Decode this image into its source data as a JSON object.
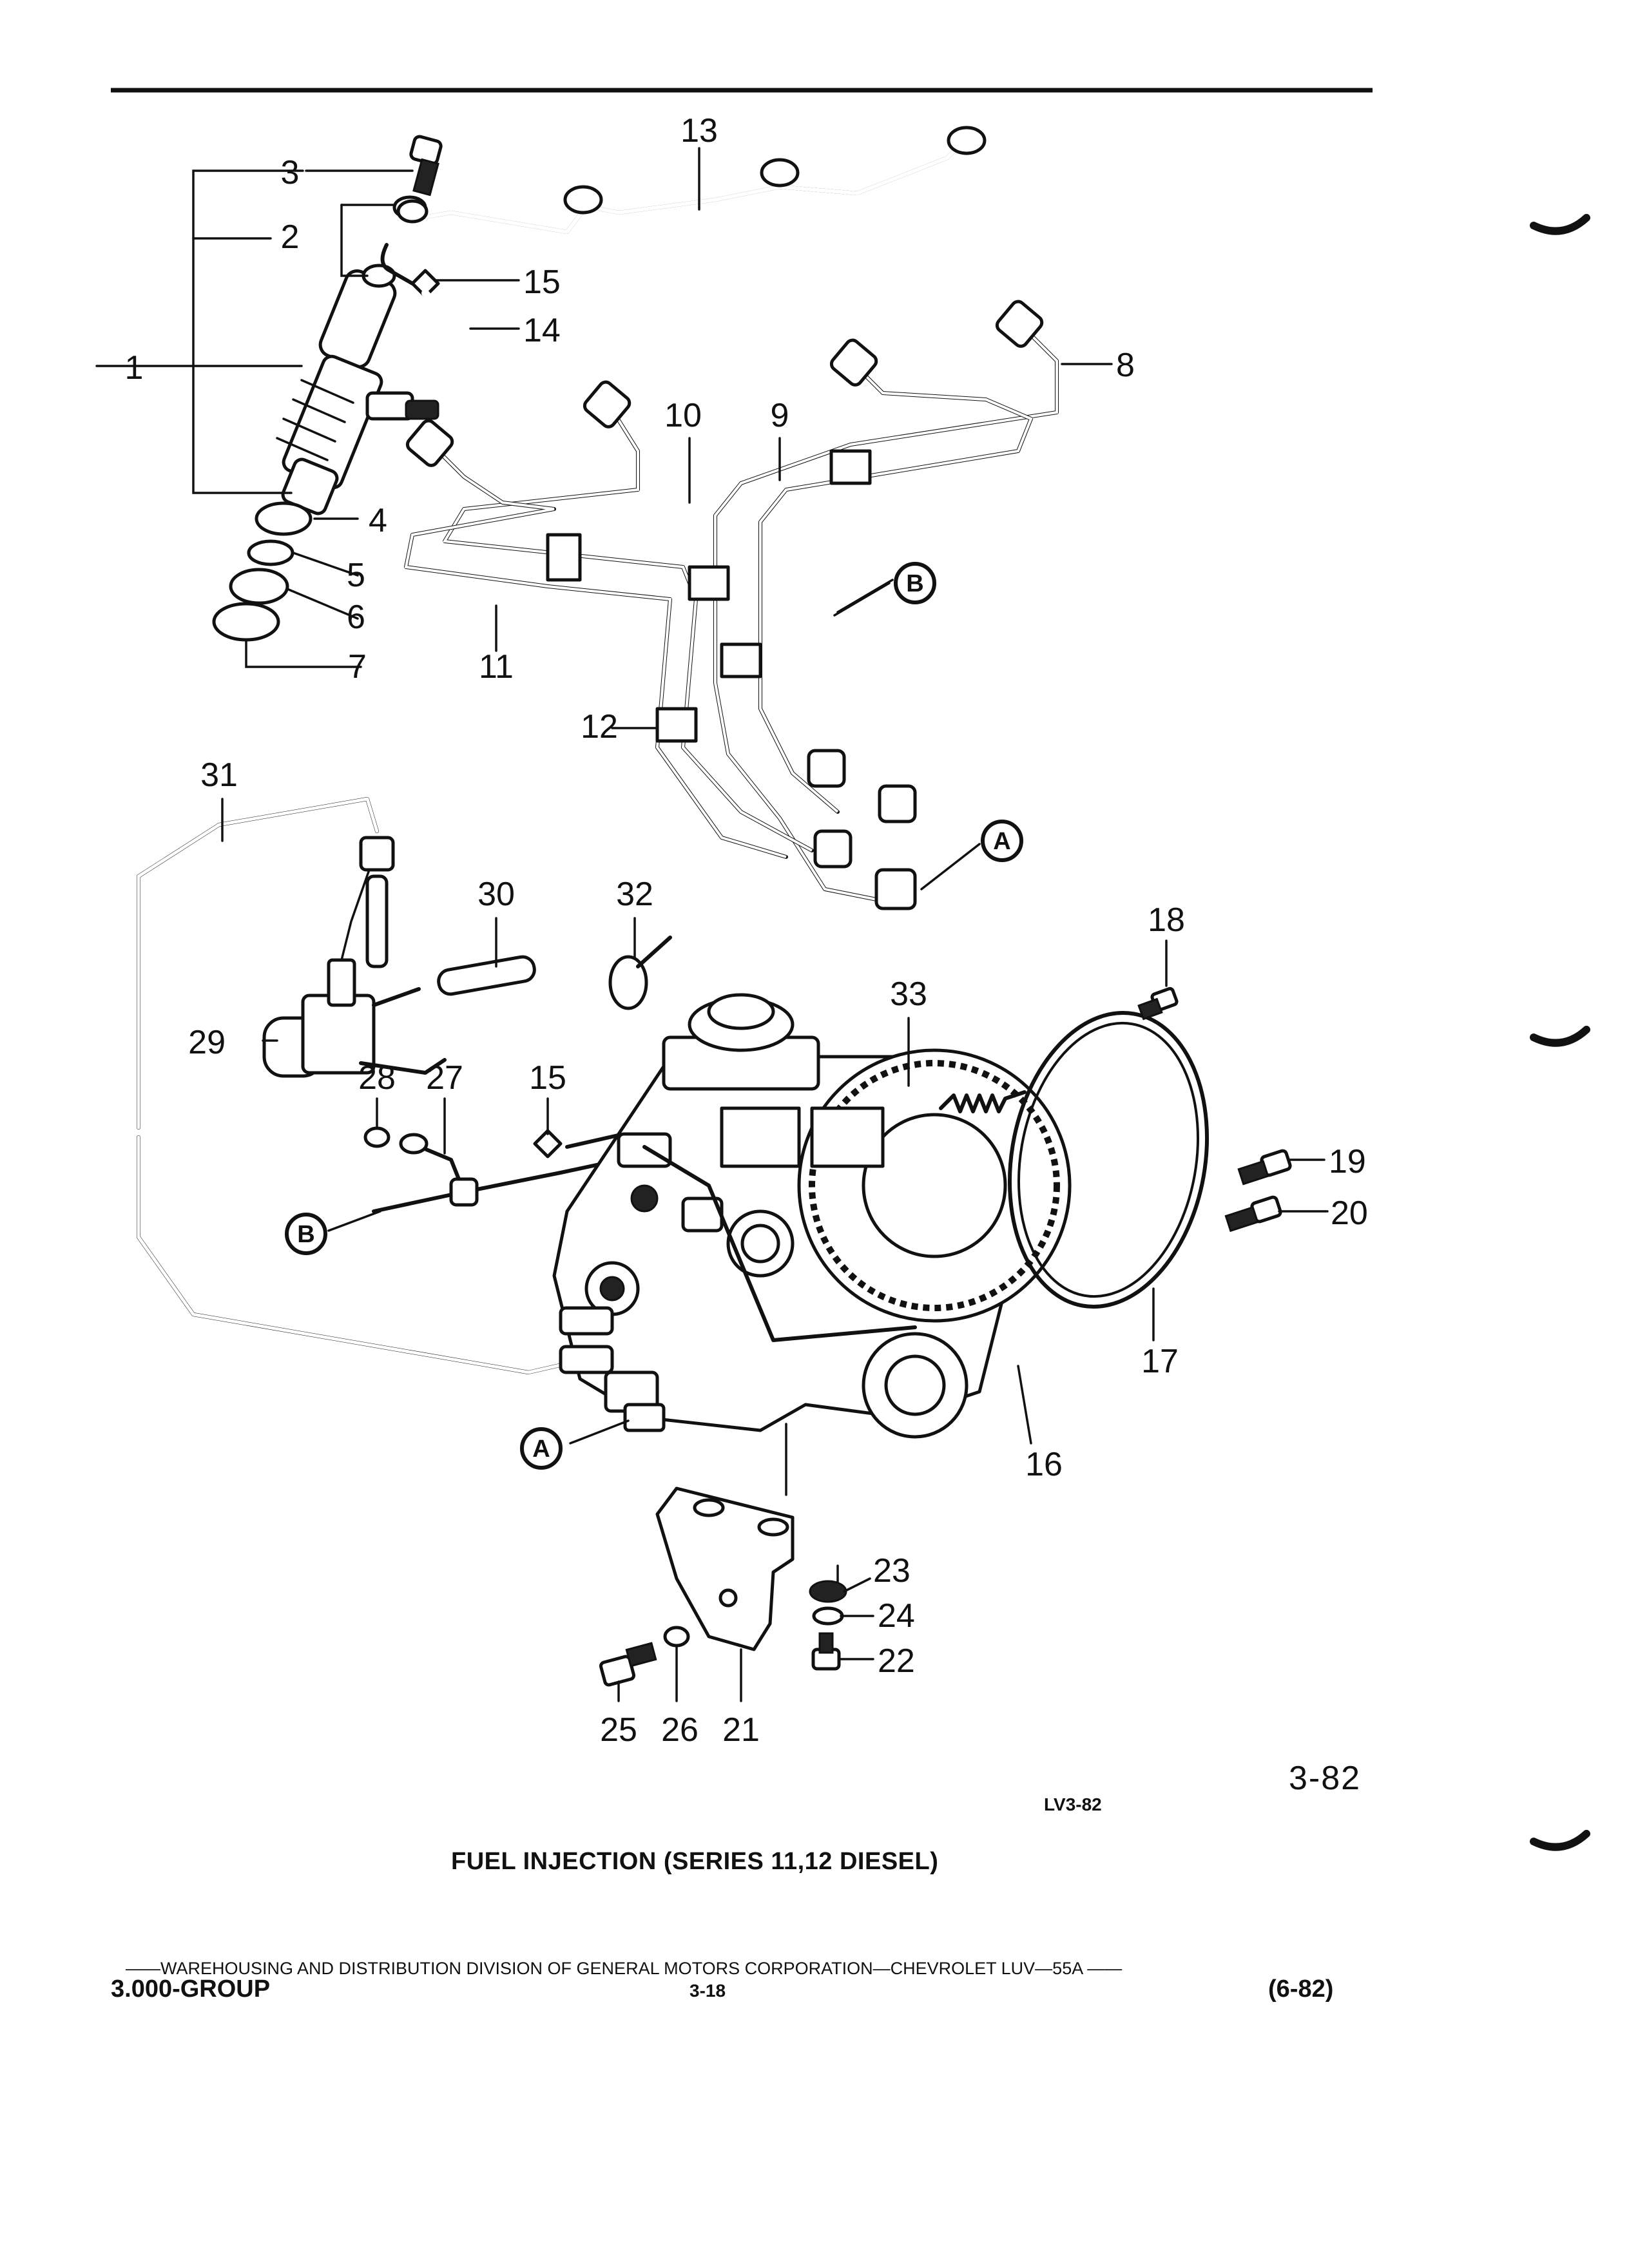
{
  "figure": {
    "title": "FUEL INJECTION (SERIES 11,12 DIESEL)",
    "illustration_code": "LV3-82",
    "figure_number": "3-82"
  },
  "callouts": {
    "c1": "1",
    "c2": "2",
    "c3": "3",
    "c4": "4",
    "c5": "5",
    "c6": "6",
    "c7": "7",
    "c8": "8",
    "c9": "9",
    "c10": "10",
    "c11": "11",
    "c12": "12",
    "c13": "13",
    "c14": "14",
    "c15a": "15",
    "c15b": "15",
    "c16": "16",
    "c17": "17",
    "c18": "18",
    "c19": "19",
    "c20": "20",
    "c21": "21",
    "c22": "22",
    "c23": "23",
    "c24": "24",
    "c25": "25",
    "c26": "26",
    "c27": "27",
    "c28": "28",
    "c29": "29",
    "c30": "30",
    "c31": "31",
    "c32": "32",
    "c33": "33",
    "refA": "A",
    "refB": "B"
  },
  "footer": {
    "line": "——WAREHOUSING AND DISTRIBUTION  DIVISION OF GENERAL MOTORS CORPORATION—CHEVROLET LUV—55A  ——",
    "group": "3.000-GROUP",
    "page": "3-18",
    "date": "(6-82)"
  },
  "colors": {
    "ink": "#111111",
    "paper": "#ffffff"
  }
}
